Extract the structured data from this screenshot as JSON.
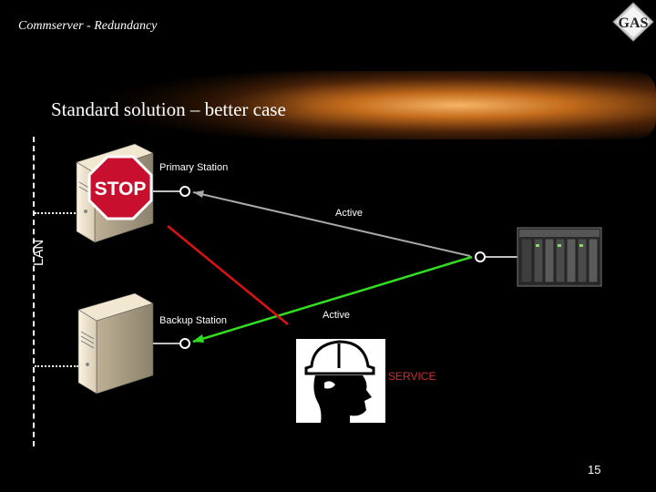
{
  "header": {
    "title": "Commserver - Redundancy",
    "logo_text": "GAS"
  },
  "slide": {
    "title": "Standard solution – better case",
    "page_number": "15"
  },
  "network": {
    "label": "LAN"
  },
  "stations": {
    "primary": {
      "label": "Primary Station",
      "stop_sign": "STOP"
    },
    "backup": {
      "label": "Backup Station"
    }
  },
  "links": {
    "primary_plc_label": "Active",
    "backup_plc_label": "Active"
  },
  "operator": {
    "label": "SERVICE"
  },
  "colors": {
    "background": "#000000",
    "active_link": "#33dd22",
    "failed_link": "#dd1111",
    "inactive_link": "#aaaaaa",
    "service_text": "#d62a2a",
    "stop_red": "#c8102e"
  }
}
